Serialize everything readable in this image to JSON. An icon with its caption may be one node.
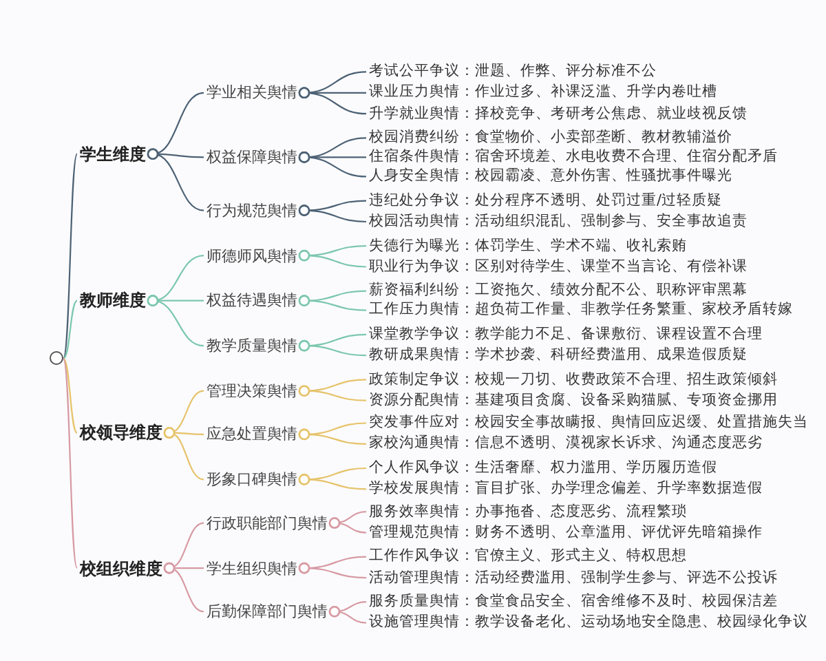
{
  "diagram": {
    "nodes": [
      {
        "text": [],
        "shape": "circle"
      },
      {
        "text": [
          "学生维度"
        ]
      },
      {
        "text": [
          "学业相关舆情"
        ]
      },
      {
        "text": [
          "考试公平争议：泄题、作弊、评分标准不公"
        ]
      },
      {
        "text": [
          "课业压力舆情：作业过多、补课泛滥、升学内卷吐槽"
        ]
      },
      {
        "text": [
          "升学就业舆情：择校竞争、考研考公焦虑、就业歧视反馈"
        ]
      },
      {
        "text": [
          "权益保障舆情"
        ]
      },
      {
        "text": [
          "校园消费纠纷：食堂物价、小卖部垄断、教材教辅溢价"
        ]
      },
      {
        "text": [
          "住宿条件舆情：宿舍环境差、水电收费不合理、住宿分配矛盾"
        ]
      },
      {
        "text": [
          "人身安全舆情：校园霸凌、意外伤害、性骚扰事件曝光"
        ]
      },
      {
        "text": [
          "行为规范舆情"
        ]
      },
      {
        "text": [
          "违纪处分争议：处分程序不透明、处罚过重/过轻质疑"
        ]
      },
      {
        "text": [
          "校园活动舆情：活动组织混乱、强制参与、安全事故追责"
        ]
      },
      {
        "text": [
          "教师维度"
        ]
      },
      {
        "text": [
          "师德师风舆情"
        ]
      },
      {
        "text": [
          "失德行为曝光：体罚学生、学术不端、收礼索贿"
        ]
      },
      {
        "text": [
          "职业行为争议：区别对待学生、课堂不当言论、有偿补课"
        ]
      },
      {
        "text": [
          "权益待遇舆情"
        ]
      },
      {
        "text": [
          "薪资福利纠纷：工资拖欠、绩效分配不公、职称评审黑幕"
        ]
      },
      {
        "text": [
          "工作压力舆情：超负荷工作量、非教学任务繁重、家校矛盾转嫁"
        ]
      },
      {
        "text": [
          "教学质量舆情"
        ]
      },
      {
        "text": [
          "课堂教学争议：教学能力不足、备课敷衍、课程设置不合理"
        ]
      },
      {
        "text": [
          "教研成果舆情：学术抄袭、科研经费滥用、成果造假质疑"
        ]
      },
      {
        "text": [
          "校领导维度"
        ]
      },
      {
        "text": [
          "管理决策舆情"
        ]
      },
      {
        "text": [
          "政策制定争议：校规一刀切、收费政策不合理、招生政策倾斜"
        ]
      },
      {
        "text": [
          "资源分配舆情：基建项目贪腐、设备采购猫腻、专项资金挪用"
        ]
      },
      {
        "text": [
          "应急处置舆情"
        ]
      },
      {
        "text": [
          "突发事件应对：校园安全事故瞒报、舆情回应迟缓、处置措施失当"
        ]
      },
      {
        "text": [
          "家校沟通舆情：信息不透明、漠视家长诉求、沟通态度恶劣"
        ]
      },
      {
        "text": [
          "形象口碑舆情"
        ]
      },
      {
        "text": [
          "个人作风争议：生活奢靡、权力滥用、学历履历造假"
        ]
      },
      {
        "text": [
          "学校发展舆情：盲目扩张、办学理念偏差、升学率数据造假"
        ]
      },
      {
        "text": [
          "校组织维度"
        ]
      },
      {
        "text": [
          "行政职能部门舆情"
        ]
      },
      {
        "text": [
          "服务效率舆情：办事拖沓、态度恶劣、流程繁琐"
        ]
      },
      {
        "text": [
          "管理规范舆情：财务不透明、公章滥用、评优评先暗箱操作"
        ]
      },
      {
        "text": [
          "学生组织舆情"
        ]
      },
      {
        "text": [
          "工作作风争议：官僚主义、形式主义、特权思想"
        ]
      },
      {
        "text": [
          "活动管理舆情：活动经费滥用、强制学生参与、评选不公投诉"
        ]
      },
      {
        "text": [
          "后勤保障部门舆情"
        ]
      },
      {
        "text": [
          "服务质量舆情：食堂食品安全、宿舍维修不及时、校园保洁差"
        ]
      },
      {
        "text": [
          "设施管理舆情：教学设备老化、运动场地安全隐患、校园绿化争议"
        ]
      }
    ],
    "edges": [
      {
        "from": 0,
        "to": 1,
        "arrow": "none",
        "color": "#4d6275"
      },
      {
        "from": 1,
        "to": 2,
        "arrow": "other",
        "color": "#4d6275"
      },
      {
        "from": 2,
        "to": 3,
        "arrow": "other",
        "color": "#4d6275"
      },
      {
        "from": 2,
        "to": 4,
        "arrow": "other",
        "color": "#4d6275"
      },
      {
        "from": 2,
        "to": 5,
        "arrow": "other",
        "color": "#4d6275"
      },
      {
        "from": 1,
        "to": 6,
        "arrow": "other",
        "color": "#4d6275"
      },
      {
        "from": 6,
        "to": 7,
        "arrow": "other",
        "color": "#4d6275"
      },
      {
        "from": 6,
        "to": 8,
        "arrow": "other",
        "color": "#4d6275"
      },
      {
        "from": 6,
        "to": 9,
        "arrow": "other",
        "color": "#4d6275"
      },
      {
        "from": 1,
        "to": 10,
        "arrow": "other",
        "color": "#4d6275"
      },
      {
        "from": 10,
        "to": 11,
        "arrow": "other",
        "color": "#4d6275"
      },
      {
        "from": 10,
        "to": 12,
        "arrow": "other",
        "color": "#4d6275"
      },
      {
        "from": 0,
        "to": 13,
        "arrow": "none",
        "color": "#7cc7ad"
      },
      {
        "from": 13,
        "to": 14,
        "arrow": "other",
        "color": "#7cc7ad"
      },
      {
        "from": 14,
        "to": 15,
        "arrow": "other",
        "color": "#7cc7ad"
      },
      {
        "from": 14,
        "to": 16,
        "arrow": "other",
        "color": "#7cc7ad"
      },
      {
        "from": 13,
        "to": 17,
        "arrow": "other",
        "color": "#7cc7ad"
      },
      {
        "from": 17,
        "to": 18,
        "arrow": "other",
        "color": "#7cc7ad"
      },
      {
        "from": 17,
        "to": 19,
        "arrow": "other",
        "color": "#7cc7ad"
      },
      {
        "from": 13,
        "to": 20,
        "arrow": "other",
        "color": "#7cc7ad"
      },
      {
        "from": 20,
        "to": 21,
        "arrow": "other",
        "color": "#7cc7ad"
      },
      {
        "from": 20,
        "to": 22,
        "arrow": "other",
        "color": "#7cc7ad"
      },
      {
        "from": 0,
        "to": 23,
        "arrow": "none",
        "color": "#e6c36a"
      },
      {
        "from": 23,
        "to": 24,
        "arrow": "other",
        "color": "#e6c36a"
      },
      {
        "from": 24,
        "to": 25,
        "arrow": "other",
        "color": "#e6c36a"
      },
      {
        "from": 24,
        "to": 26,
        "arrow": "other",
        "color": "#e6c36a"
      },
      {
        "from": 23,
        "to": 27,
        "arrow": "other",
        "color": "#e6c36a"
      },
      {
        "from": 27,
        "to": 28,
        "arrow": "other",
        "color": "#e6c36a"
      },
      {
        "from": 27,
        "to": 29,
        "arrow": "other",
        "color": "#e6c36a"
      },
      {
        "from": 23,
        "to": 30,
        "arrow": "other",
        "color": "#e6c36a"
      },
      {
        "from": 30,
        "to": 31,
        "arrow": "other",
        "color": "#e6c36a"
      },
      {
        "from": 30,
        "to": 32,
        "arrow": "other",
        "color": "#e6c36a"
      },
      {
        "from": 0,
        "to": 33,
        "arrow": "none",
        "color": "#d79aa3"
      },
      {
        "from": 33,
        "to": 34,
        "arrow": "other",
        "color": "#d79aa3"
      },
      {
        "from": 34,
        "to": 35,
        "arrow": "other",
        "color": "#d79aa3"
      },
      {
        "from": 34,
        "to": 36,
        "arrow": "other",
        "color": "#d79aa3"
      },
      {
        "from": 33,
        "to": 37,
        "arrow": "other",
        "color": "#d79aa3"
      },
      {
        "from": 37,
        "to": 38,
        "arrow": "other",
        "color": "#d79aa3"
      },
      {
        "from": 37,
        "to": 39,
        "arrow": "other",
        "color": "#d79aa3"
      },
      {
        "from": 33,
        "to": 40,
        "arrow": "other",
        "color": "#d79aa3"
      },
      {
        "from": 40,
        "to": 41,
        "arrow": "other",
        "color": "#d79aa3"
      },
      {
        "from": 40,
        "to": 42,
        "arrow": "other",
        "color": "#d79aa3"
      }
    ]
  }
}
